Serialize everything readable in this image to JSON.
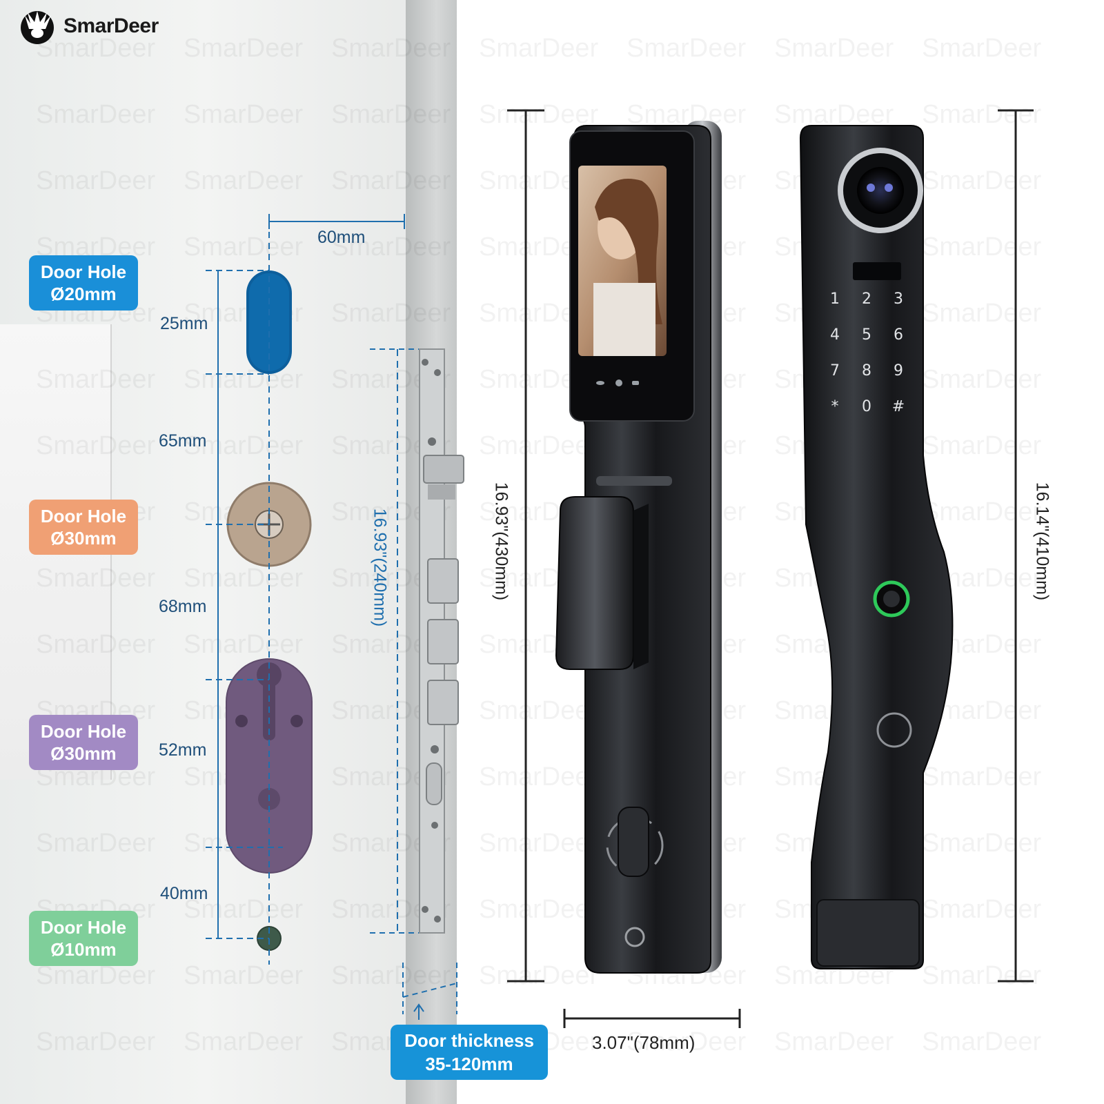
{
  "brand": {
    "name": "SmarDeer",
    "logo_icon": "deer-head-icon"
  },
  "watermark": "SmarDeer",
  "door_holes": [
    {
      "title": "Door Hole",
      "size": "Ø20mm",
      "color": "#1a8fd8"
    },
    {
      "title": "Door Hole",
      "size": "Ø30mm",
      "color": "#f0a074"
    },
    {
      "title": "Door Hole",
      "size": "Ø30mm",
      "color": "#a28ac4"
    },
    {
      "title": "Door Hole",
      "size": "Ø10mm",
      "color": "#7fcf9a"
    }
  ],
  "spacing": {
    "offset": "60mm",
    "gaps": [
      "25mm",
      "65mm",
      "68mm",
      "52mm",
      "40mm"
    ]
  },
  "mortise_length": "16.93\"(240mm)",
  "front_panel_height": "16.93\"(430mm)",
  "back_panel_height": "16.14\"(410mm)",
  "panel_width": "3.07\"(78mm)",
  "door_thickness": {
    "title": "Door thickness",
    "range": "35-120mm"
  },
  "keypad": [
    "1",
    "2",
    "3",
    "4",
    "5",
    "6",
    "7",
    "8",
    "9",
    "*",
    "0",
    "#"
  ],
  "colors": {
    "dimension_blue": "#1f6fae",
    "panel_dark": "#1d1f22",
    "fingerprint_ring": "#2ec95a"
  }
}
